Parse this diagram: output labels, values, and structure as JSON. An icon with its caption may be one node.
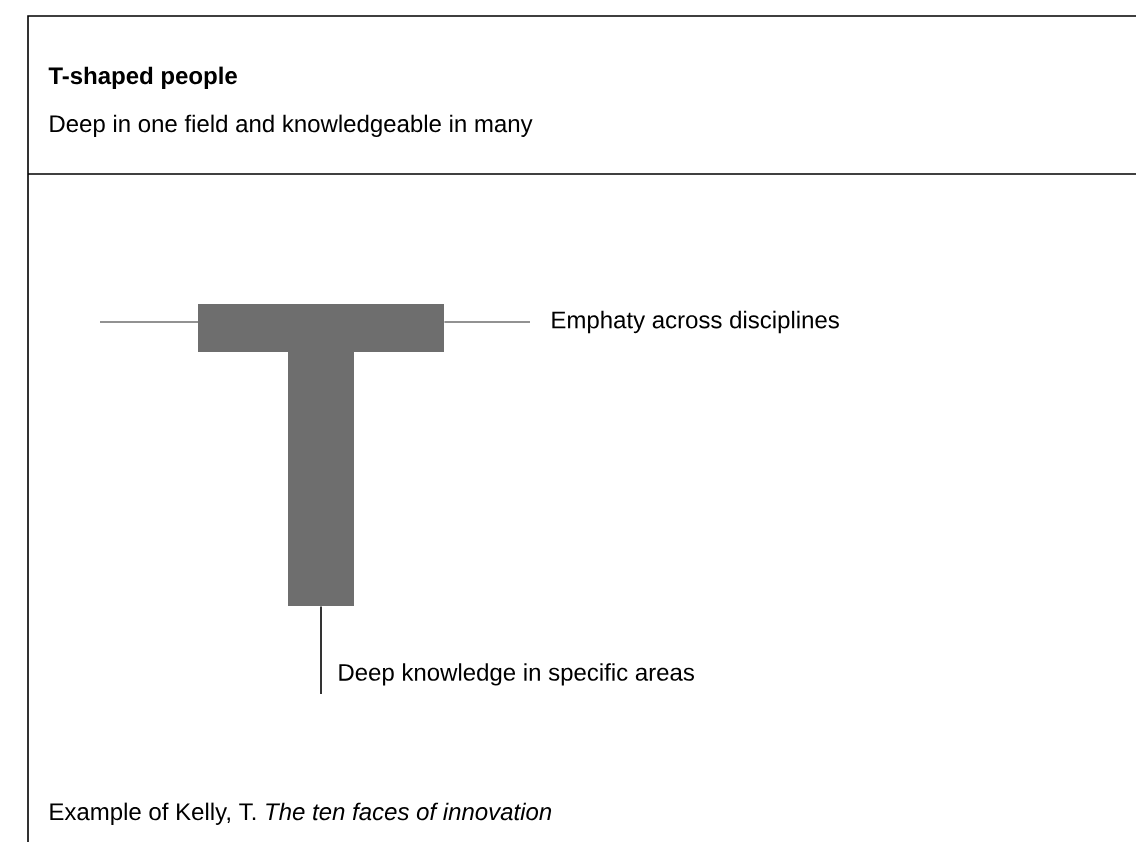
{
  "diagram": {
    "title": "T-shaped people",
    "nodes": [
      {
        "text": [
          "Emphaty across disciplines"
        ]
      },
      {
        "text": [],
        "shape": "bar"
      },
      {
        "text": [
          "Deep knowledge in specific areas"
        ]
      },
      {
        "text": [],
        "shape": "bar"
      }
    ],
    "edges": [
      {
        "from": 0,
        "to": 1,
        "arrow": "none"
      },
      {
        "from": 2,
        "to": 3,
        "arrow": "none",
        "color": "#000000"
      }
    ],
    "labels": [
      "Deep in one field and knowledgeable in many"
    ],
    "caption": "Example of Kelly, T. *The ten faces of innovation*"
  }
}
